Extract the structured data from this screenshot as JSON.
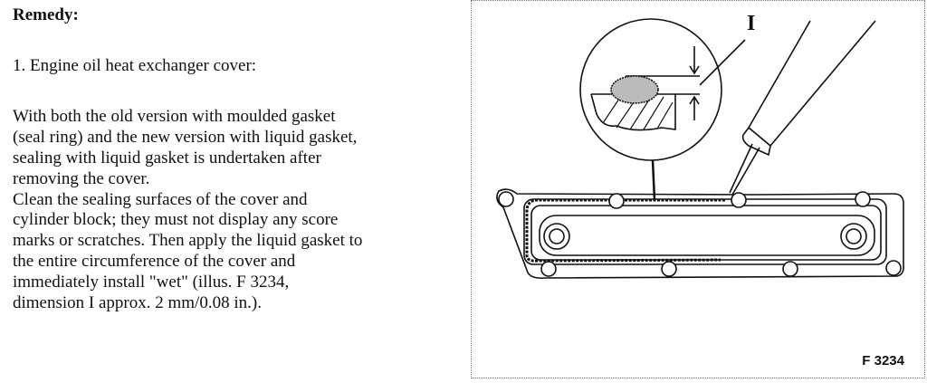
{
  "heading": "Remedy:",
  "step": "1. Engine oil heat exchanger cover:",
  "paragraph_lines": [
    "With both the old version with moulded gasket",
    "(seal ring) and the new version with liquid gasket,",
    "sealing with liquid gasket is undertaken after",
    "removing the cover.",
    "Clean the sealing surfaces of the cover and",
    "cylinder block; they must not display any score",
    "marks or scratches. Then apply the liquid gasket to",
    "the entire circumference of the cover and",
    "immediately install \"wet\" (illus. F 3234,",
    "dimension I approx. 2 mm/0.08 in.)."
  ],
  "figure": {
    "label": "F 3234",
    "dimension_label": "I"
  }
}
